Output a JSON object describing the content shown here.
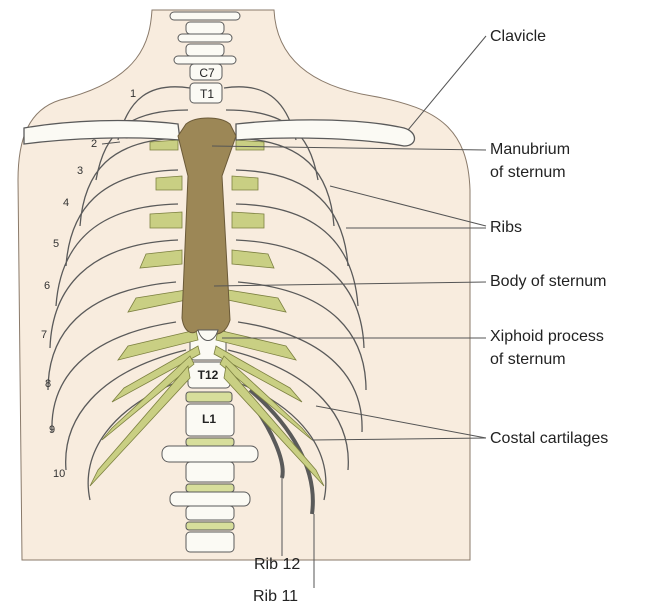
{
  "colors": {
    "skin": "#f8ecde",
    "bone": "#fbfaf4",
    "outline": "#5a5a5a",
    "cartilage": "#c9cf83",
    "sternum": "#9c8756",
    "disc": "#d7de9b",
    "leader": "#555555"
  },
  "labels": {
    "clavicle": "Clavicle",
    "manubrium_1": "Manubrium",
    "manubrium_2": "of sternum",
    "ribs": "Ribs",
    "body_of_sternum": "Body of sternum",
    "xiphoid_1": "Xiphoid process",
    "xiphoid_2": "of sternum",
    "costal_cartilages": "Costal cartilages",
    "rib12": "Rib 12",
    "rib11": "Rib 11"
  },
  "vertebra_labels": {
    "c7": "C7",
    "t1": "T1",
    "t12": "T12",
    "l1": "L1"
  },
  "rib_numbers": [
    "1",
    "2",
    "3",
    "4",
    "5",
    "6",
    "7",
    "8",
    "9",
    "10"
  ]
}
